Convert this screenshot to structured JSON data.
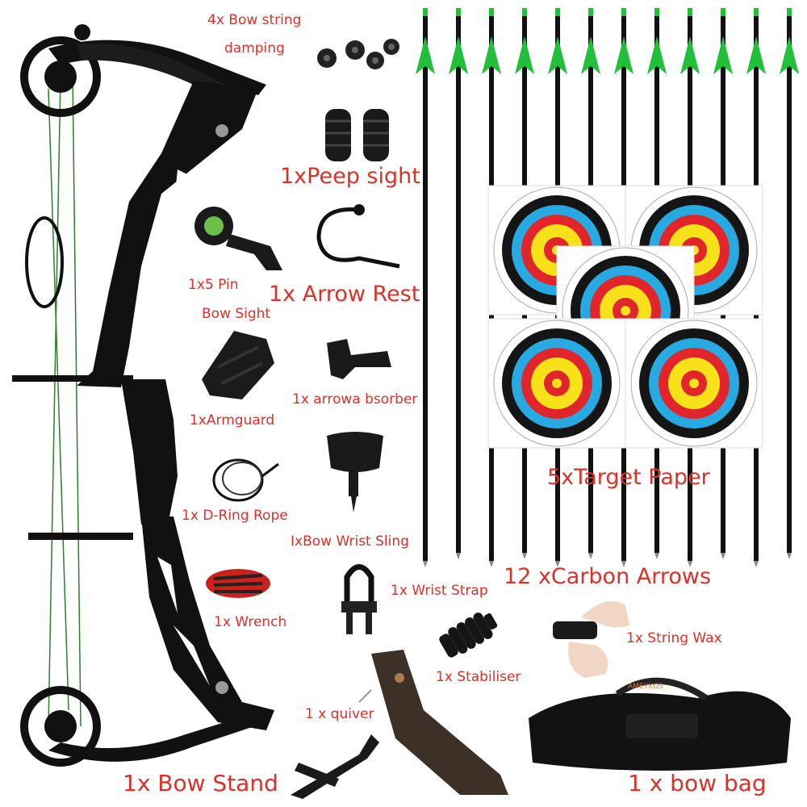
{
  "colors": {
    "label": "#d8322a",
    "bow": "#111111",
    "fletching": "#22c03a",
    "target_yellow": "#f7e21a",
    "target_red": "#e2252a",
    "target_blue": "#27a9e1",
    "target_black": "#151515"
  },
  "labels": {
    "string_damping_line1": "4x Bow string",
    "string_damping_line2": "damping",
    "peep_sight": "1xPeep sight",
    "pin_sight_line1": "1x5 Pin",
    "pin_sight_line2": "Bow Sight",
    "arrow_rest": "1x Arrow Rest",
    "armguard": "1xArmguard",
    "arrow_absorber": "1x arrowa bsorber",
    "d_ring_rope": "1x D-Ring Rope",
    "wrist_sling": "IxBow Wrist Sling",
    "wrench": "1x Wrench",
    "wrist_strap": "1x Wrist Strap",
    "stabiliser": "1x Stabiliser",
    "quiver": "1 x quiver",
    "bow_stand": "1x Bow Stand",
    "target_paper": "5xTarget Paper",
    "carbon_arrows": "12 xCarbon Arrows",
    "string_wax": "1x String Wax",
    "bow_bag": "1 x bow bag",
    "bag_brand": "AMEYXGS"
  },
  "products": [
    {
      "name": "compound bow",
      "icon": "compound-bow-icon"
    },
    {
      "name": "target paper",
      "count": 5,
      "icon": "target-icon"
    },
    {
      "name": "carbon arrow",
      "count": 12,
      "icon": "arrow-icon"
    }
  ]
}
